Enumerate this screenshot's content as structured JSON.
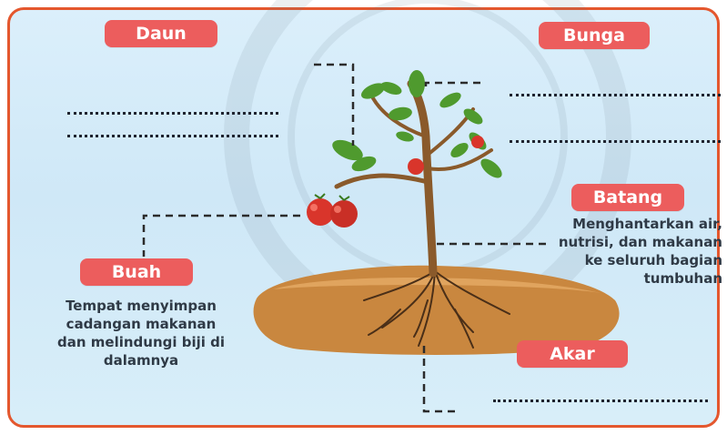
{
  "labels": {
    "daun": "Daun",
    "bunga": "Bunga",
    "batang": "Batang",
    "buah": "Buah",
    "akar": "Akar"
  },
  "descriptions": {
    "batang": [
      "Menghantarkan air,",
      "nutrisi, dan makanan",
      "ke seluruh bagian",
      "tumbuhan"
    ],
    "buah": [
      "Tempat menyimpan",
      "cadangan makanan",
      "dan melindungi biji di",
      "dalamnya"
    ]
  },
  "colors": {
    "border": "#e4572e",
    "label_bg": "#ec5d5d",
    "background": "#d6edf9",
    "soil": "#c9873f",
    "stem": "#8a5a2b",
    "leaf": "#4f9a2e",
    "fruit": "#d9352b"
  },
  "icons": [
    "plant-illustration",
    "tomato-fruit-icon",
    "soil-mound",
    "roots-icon"
  ]
}
